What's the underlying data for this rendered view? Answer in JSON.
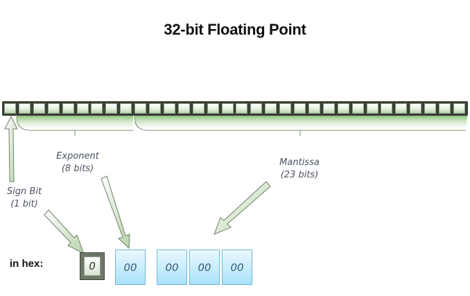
{
  "title": "32-bit Floating Point",
  "bits": {
    "count": 32
  },
  "labels": {
    "sign": [
      "Sign Bit",
      "(1 bit)"
    ],
    "exponent": [
      "Exponent",
      "(8 bits)"
    ],
    "mantissa": [
      "Mantissa",
      "(23 bits)"
    ]
  },
  "hex": {
    "label": "in hex:",
    "sign_value": "0",
    "bytes": [
      "00",
      "00",
      "00",
      "00"
    ]
  },
  "colors": {
    "bit_fill": "#e3efdc",
    "arrow_fill": "#cfe2c4",
    "bracket_fill": "#a9cf98",
    "hex_fill": "#a9e2fb"
  }
}
